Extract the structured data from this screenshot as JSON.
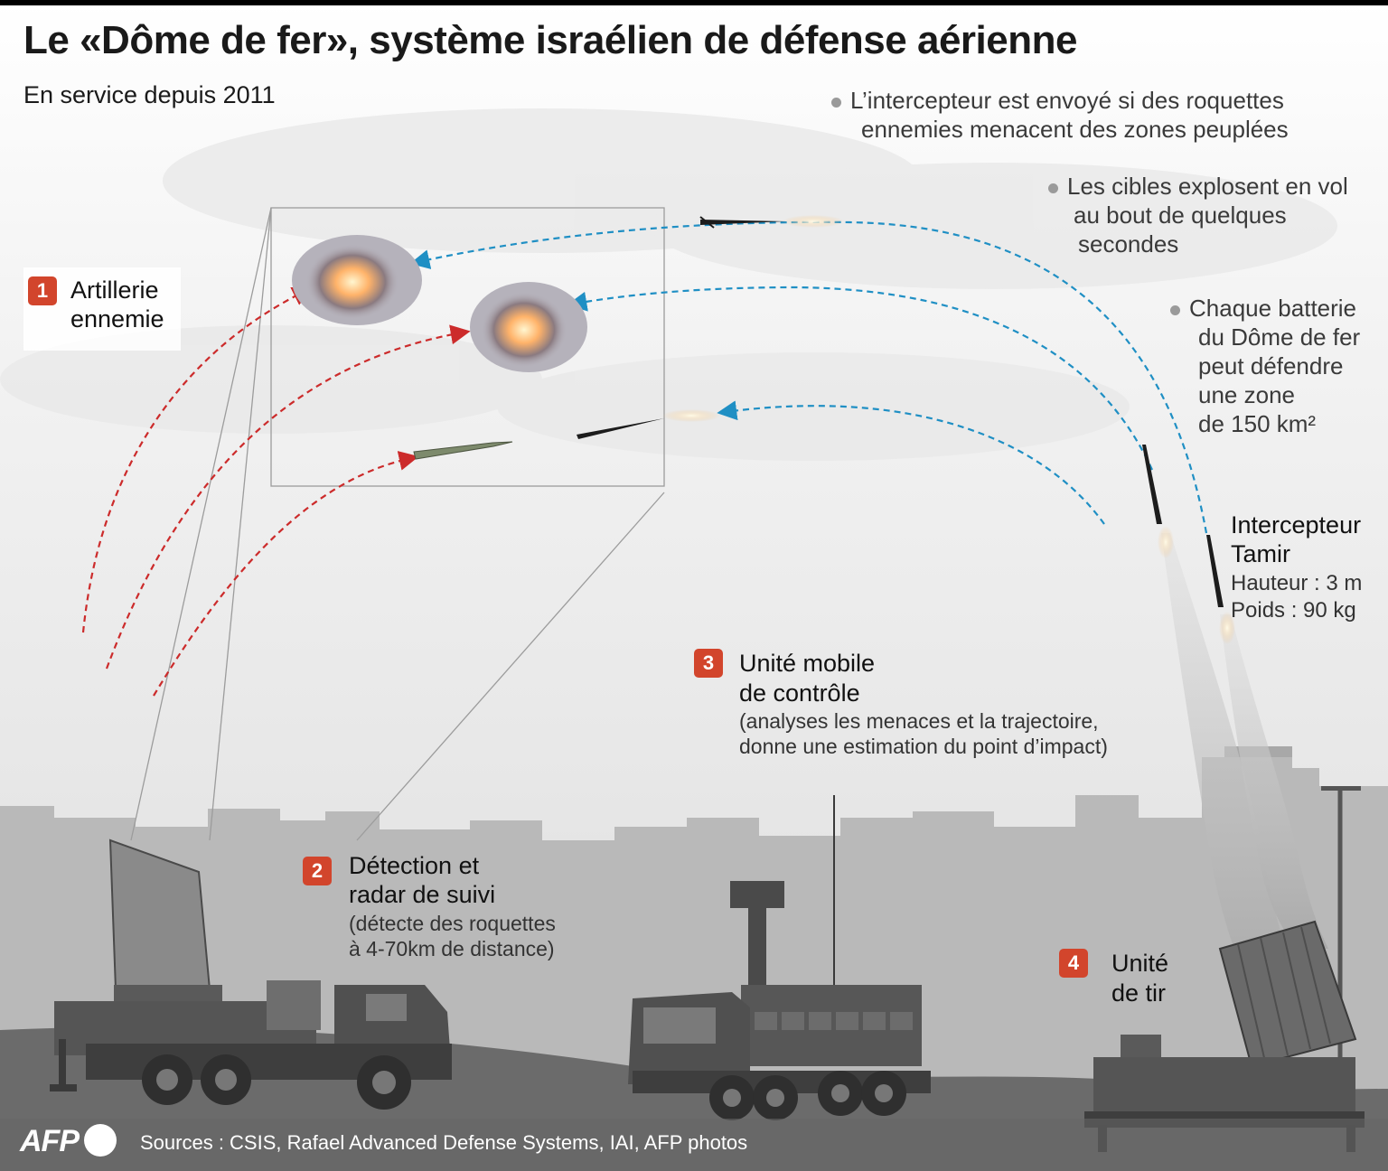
{
  "title": "Le «Dôme de fer», système israélien de défense aérienne",
  "subtitle": "En service depuis 2011",
  "notes": [
    {
      "line1": "L’intercepteur est envoyé si des roquettes",
      "line2": "ennemies menacent des zones peuplées"
    },
    {
      "line1": "Les cibles explosent en vol",
      "line2": "au bout de quelques",
      "line3": "secondes"
    },
    {
      "line1": "Chaque batterie",
      "line2": "du Dôme de fer",
      "line3": "peut défendre",
      "line4": "une zone",
      "line5": "de 150 km²"
    }
  ],
  "steps": [
    {
      "number": "1",
      "line1": "Artillerie",
      "line2": "ennemie"
    },
    {
      "number": "2",
      "line1": "Détection et",
      "line2": "radar de suivi",
      "detail1": "(détecte des roquettes",
      "detail2": "à 4-70km de distance)"
    },
    {
      "number": "3",
      "line1": "Unité mobile",
      "line2": "de contrôle",
      "detail1": "(analyses les menaces et la trajectoire,",
      "detail2": "donne une estimation du point d’impact)"
    },
    {
      "number": "4",
      "line1": "Unité",
      "line2": "de tir"
    }
  ],
  "interceptor": {
    "name1": "Intercepteur",
    "name2": "Tamir",
    "height": "Hauteur : 3 m",
    "weight": "Poids : 90 kg"
  },
  "footer": {
    "logo": "AFP",
    "sources": "Sources : CSIS, Rafael Advanced Defense Systems, IAI, AFP photos"
  },
  "colors": {
    "enemy_arrow": "#cc2b2b",
    "interceptor_arrow": "#1f8fc4",
    "badge": "#d2452c",
    "ground": "#6b6b6b",
    "buildings": "#b9b9b9"
  }
}
